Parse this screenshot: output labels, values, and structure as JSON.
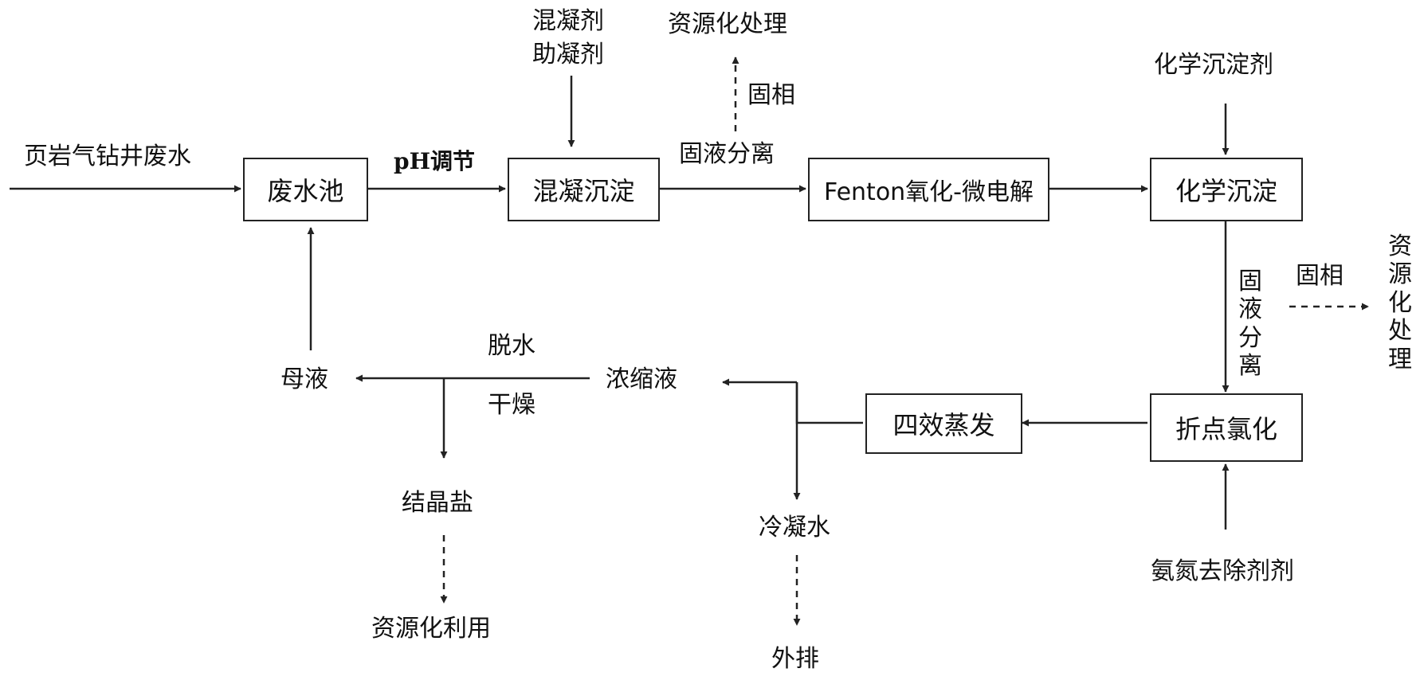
{
  "boxes": {
    "wastewater_pool": "废水池",
    "coagulation": "混凝沉淀",
    "fenton": "Fenton氧化-微电解",
    "chemical_precipitation": "化学沉淀",
    "breakpoint_chlorination": "折点氯化",
    "four_effect_evaporation": "四效蒸发"
  },
  "labels": {
    "input": "页岩气钻井废水",
    "ph_adjust": "pH调节",
    "coagulant": "混凝剂",
    "coagulant_aid": "助凝剂",
    "solid_liquid_sep_1": "固液分离",
    "solid_phase_1": "固相",
    "resource_treatment_1": "资源化处理",
    "chemical_precipitant": "化学沉淀剂",
    "solid_liquid_sep_2": "固液分离",
    "solid_phase_2": "固相",
    "resource_treatment_2": "资源化处理",
    "ammonia_remover": "氨氮去除剂剂",
    "concentrate": "浓缩液",
    "dehydrate": "脱水",
    "dry": "干燥",
    "mother_liquor": "母液",
    "crystal_salt": "结晶盐",
    "resource_utilization": "资源化利用",
    "condensed_water": "冷凝水",
    "discharge": "外排"
  }
}
